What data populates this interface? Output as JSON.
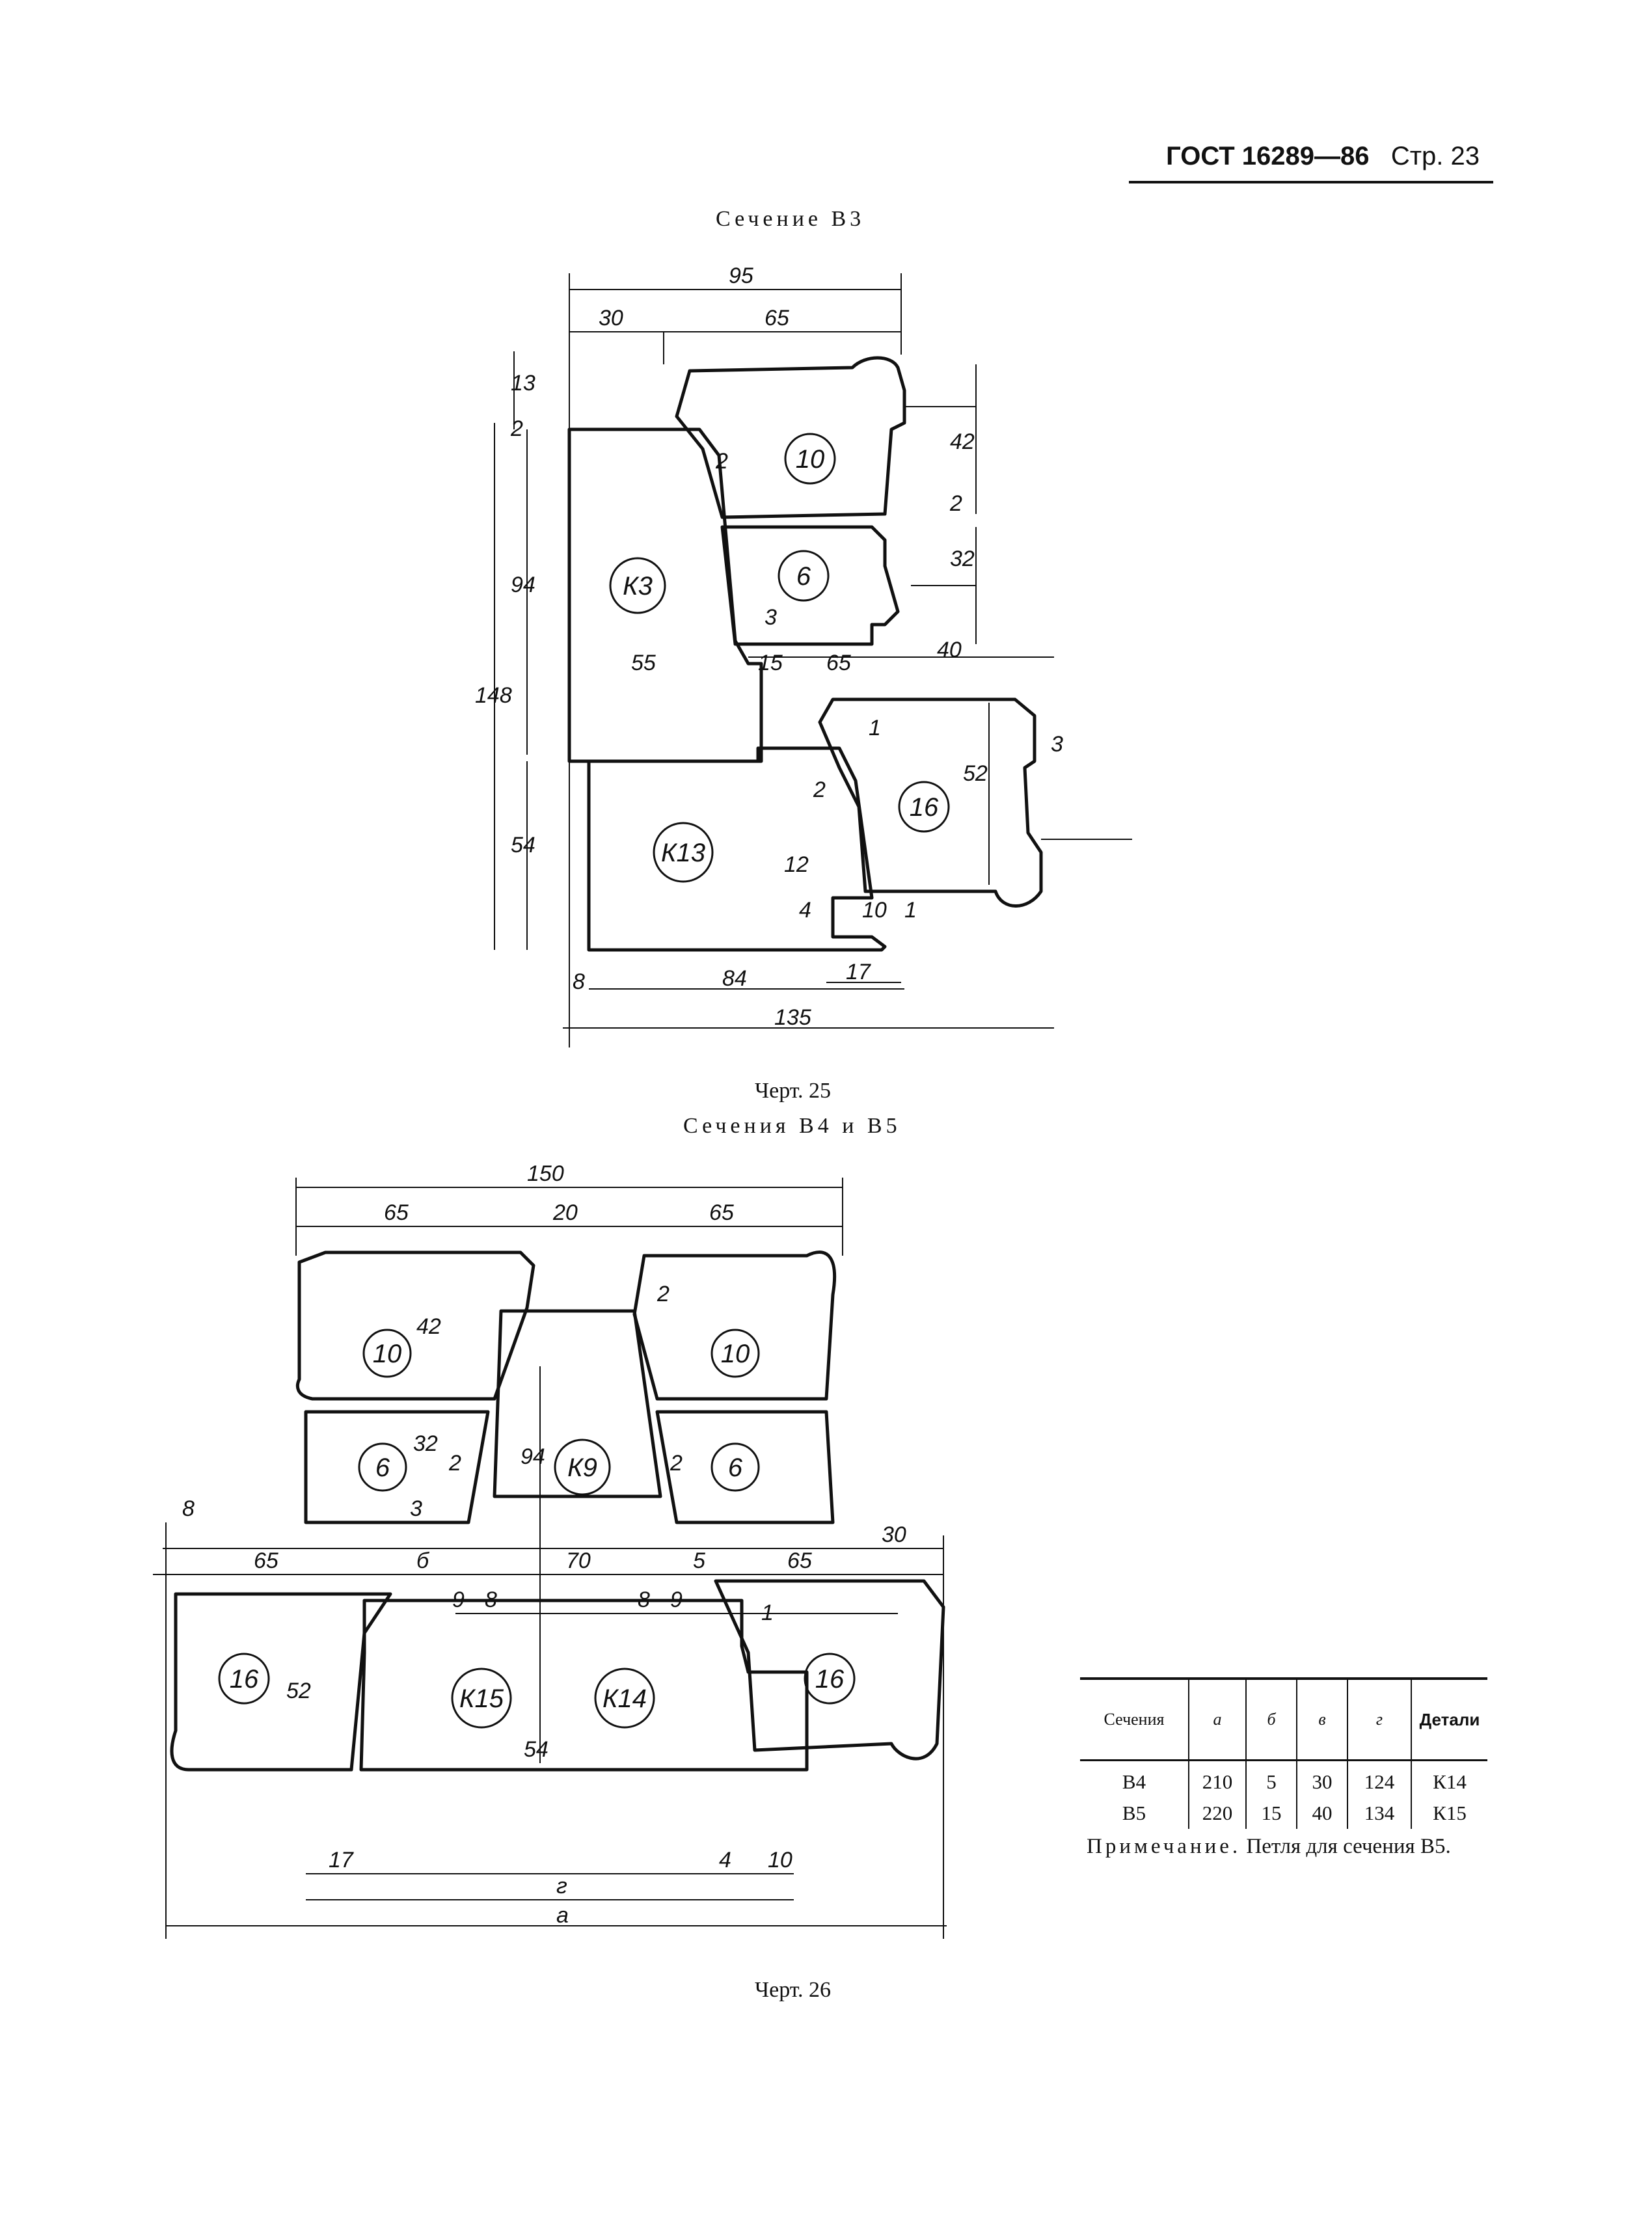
{
  "header": {
    "standard": "ГОСТ 16289—86",
    "page": "Стр. 23"
  },
  "figure25": {
    "title": "Сечение В3",
    "caption": "Черт. 25",
    "part_labels": [
      "10",
      "6",
      "К3",
      "16",
      "К13"
    ],
    "dims": [
      "95",
      "30",
      "65",
      "13",
      "2",
      "42",
      "2",
      "2",
      "32",
      "94",
      "148",
      "3",
      "55",
      "15",
      "65",
      "40",
      "1",
      "3",
      "52",
      "2",
      "54",
      "12",
      "4",
      "10",
      "1",
      "8",
      "84",
      "17",
      "135"
    ]
  },
  "figure26": {
    "title": "Сечения В4 и В5",
    "caption": "Черт. 26",
    "part_labels": [
      "10",
      "10",
      "6",
      "К9",
      "6",
      "16",
      "К15",
      "К14",
      "16"
    ],
    "dims": [
      "150",
      "65",
      "20",
      "65",
      "2",
      "42",
      "32",
      "94",
      "2",
      "2",
      "3",
      "8",
      "65",
      "б",
      "70",
      "5",
      "65",
      "30",
      "9",
      "8",
      "8",
      "9",
      "1",
      "52",
      "54",
      "17",
      "4",
      "10",
      "г",
      "а"
    ]
  },
  "table": {
    "headers": [
      "Сечения",
      "а",
      "б",
      "в",
      "г",
      "Детали"
    ],
    "rows": [
      [
        "В4",
        "210",
        "5",
        "30",
        "124",
        "К14"
      ],
      [
        "В5",
        "220",
        "15",
        "40",
        "134",
        "К15"
      ]
    ]
  },
  "note": {
    "label": "Примечание.",
    "text": "Петля для сечения В5."
  }
}
